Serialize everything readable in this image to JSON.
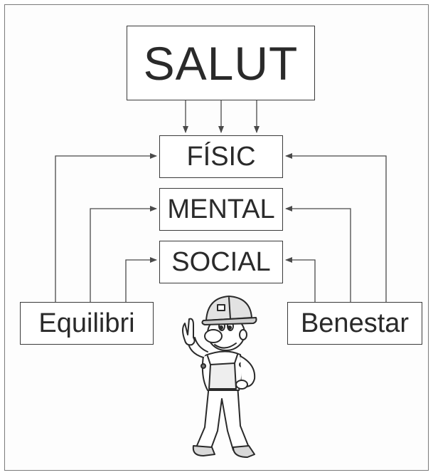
{
  "diagram": {
    "root": "SALUT",
    "dimensions": [
      "FÍSIC",
      "MENTAL",
      "SOCIAL"
    ],
    "left_concept": "Equilibri",
    "right_concept": "Benestar"
  },
  "colors": {
    "line": "#4a4a4a",
    "text": "#2a2a2a",
    "frame": "#7a7a7a"
  },
  "illustration": {
    "icon": "worker-thumbs-up-icon"
  }
}
